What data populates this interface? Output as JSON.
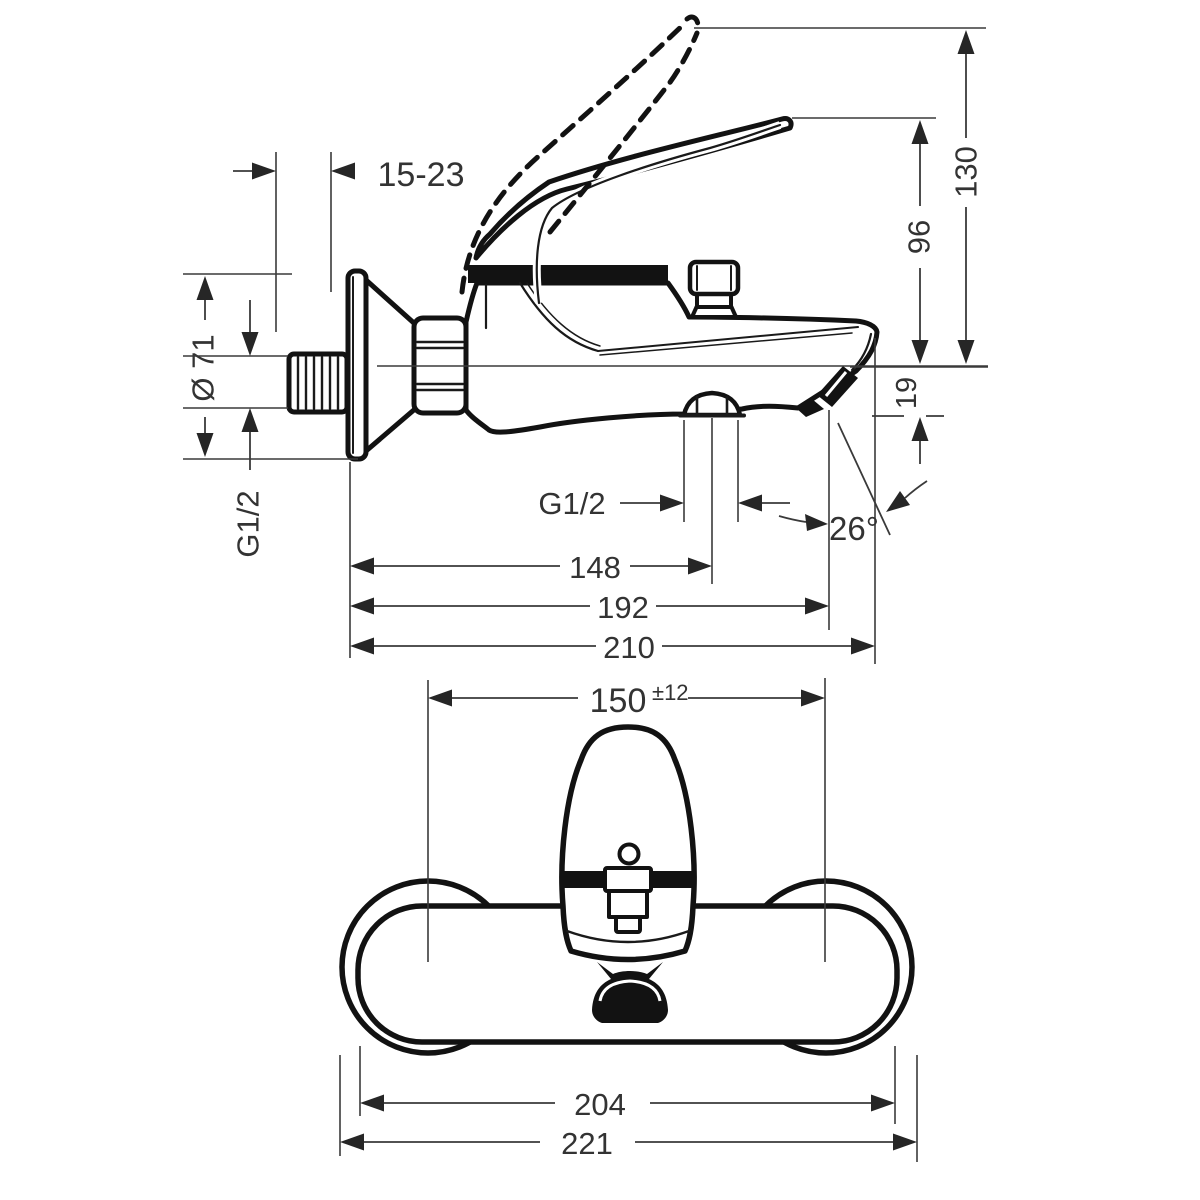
{
  "page": {
    "title": "Wall-mounted single lever bath mixer - dimensional drawing",
    "background": "#ffffff",
    "line_color": "#121212",
    "dim_color": "#3a3a3a"
  },
  "side_view": {
    "dims": {
      "wall_depth": "15-23",
      "escutcheon_diameter": "Ø 71",
      "inlet_thread": "G1/2",
      "outlet_thread": "G1/2",
      "height_handle_up": "130",
      "height_handle": "96",
      "outlet_drop": "19",
      "spray_angle": "26°",
      "outlet_projection": "148",
      "aerator_projection": "192",
      "total_projection": "210"
    }
  },
  "front_view": {
    "dims": {
      "connection_centers": "150",
      "connection_tolerance": "±12",
      "body_width": "204",
      "total_width": "221"
    }
  }
}
